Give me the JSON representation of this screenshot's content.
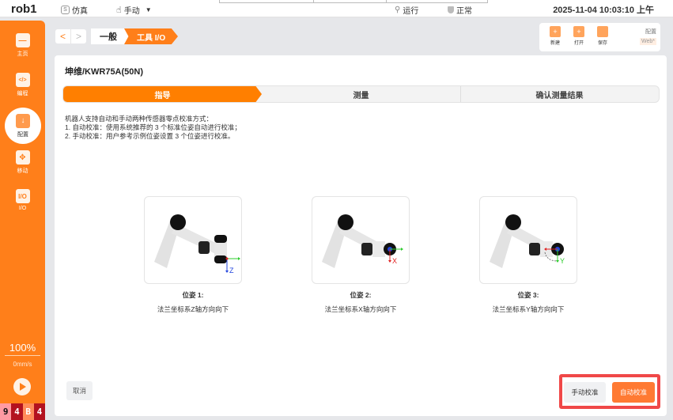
{
  "topbar": {
    "app_name": "rob1",
    "mode_sim": "仿真",
    "mode_manual": "手动",
    "status_run": "运行",
    "status_normal": "正常",
    "datetime": "2025-11-04 10:03:10 上午"
  },
  "sidebar": {
    "items": [
      {
        "label": "主页",
        "icon": "home-icon",
        "glyph": "—"
      },
      {
        "label": "编程",
        "icon": "code-icon",
        "glyph": "</>"
      },
      {
        "label": "配置",
        "icon": "config-icon",
        "glyph": "↓",
        "active": true
      },
      {
        "label": "移动",
        "icon": "move-icon",
        "glyph": "✥"
      },
      {
        "label": "I/O",
        "icon": "io-icon",
        "glyph": "I/O"
      }
    ],
    "speed_percent": "100%",
    "speed_value": "0mm/s",
    "status_codes": [
      {
        "char": "9",
        "bg": "#ff9aa2",
        "fg": "#111"
      },
      {
        "char": "4",
        "bg": "#b3121f",
        "fg": "#fff"
      },
      {
        "char": "B",
        "bg": "#ff8c5a",
        "fg": "#fff"
      },
      {
        "char": "4",
        "bg": "#b3121f",
        "fg": "#fff"
      }
    ]
  },
  "breadcrumb": {
    "back": "<",
    "forward": ">",
    "items": [
      "一般",
      "工具 I/O"
    ]
  },
  "file_toolbar": {
    "new_label": "新建",
    "open_label": "打开",
    "save_label": "保存",
    "config_label": "配置",
    "config_name": "Web*"
  },
  "main": {
    "title": "坤维/KWR75A(50N)",
    "steps": [
      "指导",
      "测量",
      "确认测量结果"
    ],
    "active_step": 0,
    "description": [
      "机器人支持自动和手动两种传感器零点校准方式：",
      "1. 自动校准：使用系统推荐的 3 个标准位姿自动进行校准；",
      "2. 手动校准：用户参考示例位姿设置 3 个位姿进行校准。"
    ],
    "poses": [
      {
        "title": "位姿 1:",
        "desc": "法兰坐标系Z轴方向向下",
        "axis_label": "Z"
      },
      {
        "title": "位姿 2:",
        "desc": "法兰坐标系X轴方向向下",
        "axis_label": "X"
      },
      {
        "title": "位姿 3:",
        "desc": "法兰坐标系Y轴方向向下",
        "axis_label": "Y"
      }
    ],
    "cancel_label": "取消",
    "manual_label": "手动校准",
    "auto_label": "自动校准"
  },
  "colors": {
    "accent": "#ff7f1a",
    "highlight_border": "#f04848",
    "auto_button": "#ff7a33"
  }
}
